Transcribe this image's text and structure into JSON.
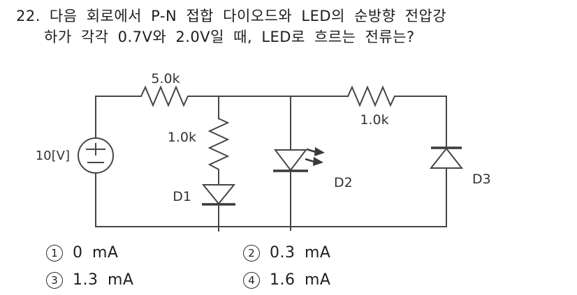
{
  "question": {
    "number": "22.",
    "line1": "다음 회로에서 P-N 접합 다이오드와 LED의 순방향 전압강",
    "line2": "하가 각각 0.7V와 2.0V일 때, LED로 흐르는 전류는?"
  },
  "circuit": {
    "source_label": "10[V]",
    "r1_label": "5.0k",
    "r2_label": "1.0k",
    "r3_label": "1.0k",
    "d1_label": "D1",
    "d2_label": "D2",
    "d3_label": "D3"
  },
  "options": [
    {
      "number": "1",
      "label": "0 mA"
    },
    {
      "number": "2",
      "label": "0.3 mA"
    },
    {
      "number": "3",
      "label": "1.3 mA"
    },
    {
      "number": "4",
      "label": "1.6 mA"
    }
  ],
  "colors": {
    "ink": "#1e1e1e",
    "line": "#464646",
    "background": "#ffffff"
  }
}
